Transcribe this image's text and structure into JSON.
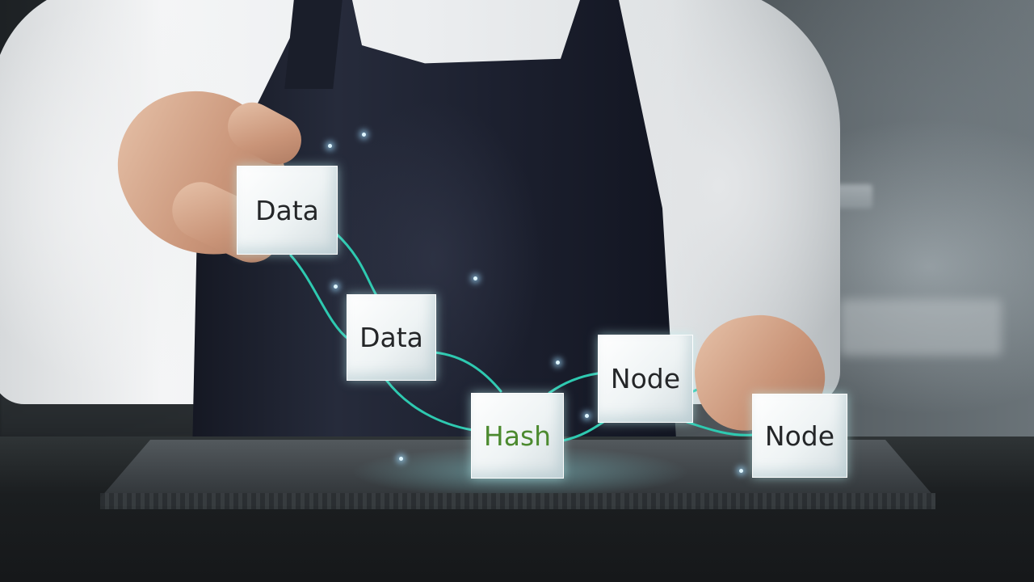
{
  "scene": {
    "cubes": [
      {
        "id": "data-cube-held",
        "label": "Data"
      },
      {
        "id": "data-cube-middle",
        "label": "Data"
      },
      {
        "id": "hash-cube",
        "label": "Hash",
        "color": "#4c8a2f"
      },
      {
        "id": "node-cube-upper",
        "label": "Node"
      },
      {
        "id": "node-cube-lower",
        "label": "Node"
      }
    ],
    "accent_line_color": "#2ec9b0"
  }
}
